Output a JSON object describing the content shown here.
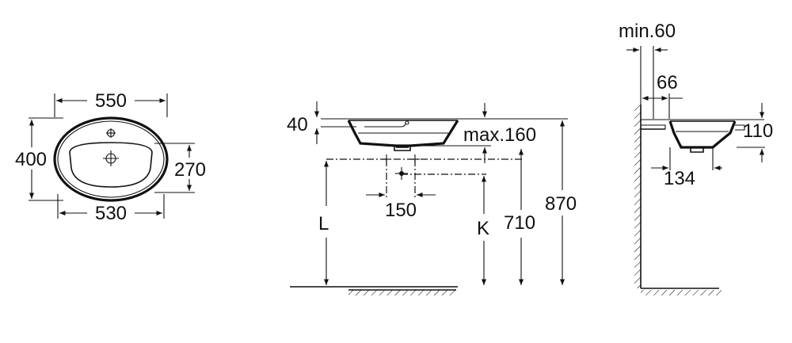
{
  "top_view": {
    "width": "550",
    "inner_width": "530",
    "depth": "400",
    "inner_depth": "270"
  },
  "front_view": {
    "rim_height": "40",
    "max_thickness": "max.160",
    "tap_spacing": "150",
    "height_L": "L",
    "height_K": "K",
    "height_710": "710",
    "height_870": "870"
  },
  "side_view": {
    "min_clearance": "min.60",
    "offset": "66",
    "bowl_height": "110",
    "bowl_depth": "134"
  },
  "colors": {
    "line": "#111111",
    "background": "#ffffff"
  }
}
